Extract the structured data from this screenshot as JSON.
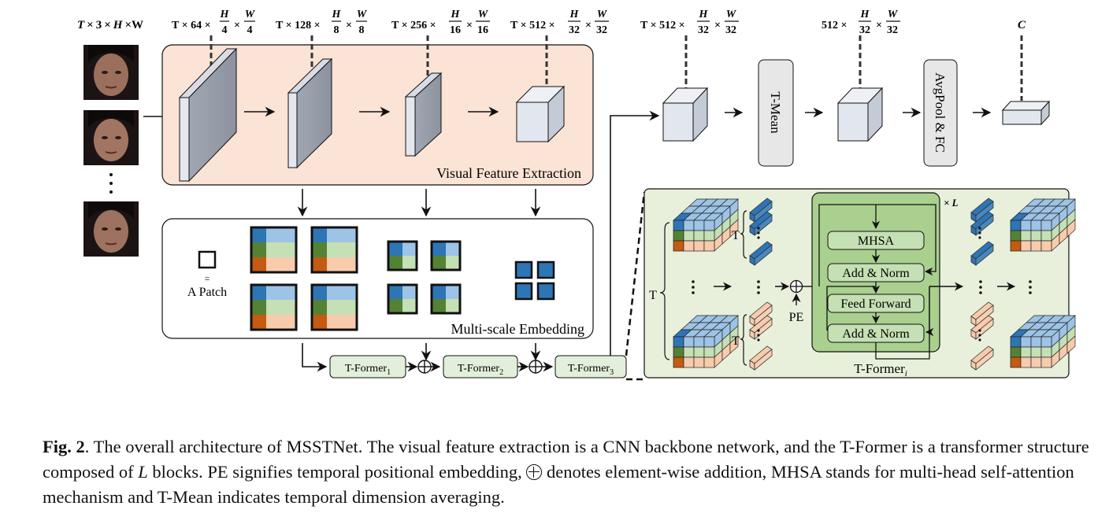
{
  "dims": {
    "input": [
      "T",
      "×",
      "3",
      "×",
      "H",
      "×",
      "W"
    ],
    "stage1": {
      "pre": "T × 64 ×",
      "num1": "H",
      "den1": "4",
      "num2": "W",
      "den2": "4"
    },
    "stage2": {
      "pre": "T × 128 ×",
      "num1": "H",
      "den1": "8",
      "num2": "W",
      "den2": "8"
    },
    "stage3": {
      "pre": "T × 256 ×",
      "num1": "H",
      "den1": "16",
      "num2": "W",
      "den2": "16"
    },
    "stage4": {
      "pre": "T × 512 ×",
      "num1": "H",
      "den1": "32",
      "num2": "W",
      "den2": "32"
    },
    "tformer_out": {
      "pre": "T × 512 ×",
      "num1": "H",
      "den1": "32",
      "num2": "W",
      "den2": "32"
    },
    "tmean_out": {
      "pre": "512 ×",
      "num1": "H",
      "den1": "32",
      "num2": "W",
      "den2": "32"
    },
    "final": "C"
  },
  "labels": {
    "vfe": "Visual Feature Extraction",
    "mse": "Multi-scale Embedding",
    "a_patch": "A Patch",
    "t_mean": "T-Mean",
    "avgpool_fc": "AvgPool & FC",
    "tformer": "T-Former",
    "tformer_1_sub": "1",
    "tformer_2_sub": "2",
    "tformer_3_sub": "3",
    "tformer_i_sub": "i",
    "mhsa": "MHSA",
    "add_norm_1": "Add & Norm",
    "feed_forward": "Feed Forward",
    "add_norm_2": "Add & Norm",
    "pe": "PE",
    "times_L": "× L",
    "T": "T",
    "T_left": "T",
    "T_right": "T"
  },
  "caption": {
    "fig": "Fig. 2",
    "p1": ". The overall architecture of MSSTNet. The visual feature extraction is a CNN backbone network, and the T-Former is a transformer structure composed of ",
    "L": "L",
    "p2": " blocks. PE signifies temporal positional embedding, ",
    "p3": " denotes element-wise addition, MHSA stands for multi-head self-attention mechanism and T-Mean indicates temporal dimension averaging."
  },
  "colors": {
    "vfe_bg": "#fbe3d5",
    "tformer_bg": "#e8f0dc",
    "block_green": "#a9d08e",
    "cube_face": "#e2e6ee",
    "cube_side": "#c5cbd6",
    "dark_blue": "#2e75b6",
    "light_blue": "#9dc3e6",
    "dark_green": "#548235",
    "light_green": "#c5e0b4",
    "orange": "#c55a11",
    "peach": "#f8cbad"
  }
}
